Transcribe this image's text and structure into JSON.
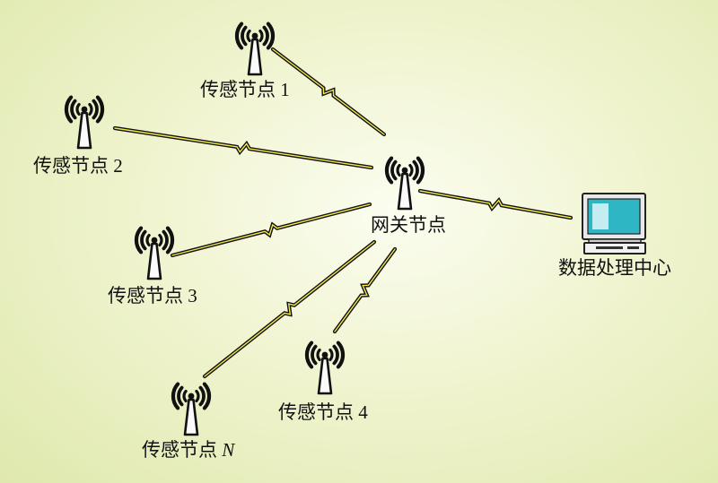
{
  "gateway": {
    "label": "网关节点",
    "icon": "antenna-icon"
  },
  "center": {
    "label": "数据处理中心",
    "icon": "computer-icon"
  },
  "sensors": [
    {
      "id": "s1",
      "label": "传感节点",
      "num": "1",
      "italic": false,
      "icon": "antenna-icon"
    },
    {
      "id": "s2",
      "label": "传感节点",
      "num": "2",
      "italic": false,
      "icon": "antenna-icon"
    },
    {
      "id": "s3",
      "label": "传感节点",
      "num": "3",
      "italic": false,
      "icon": "antenna-icon"
    },
    {
      "id": "s4",
      "label": "传感节点",
      "num": "4",
      "italic": false,
      "icon": "antenna-icon"
    },
    {
      "id": "sN",
      "label": "传感节点",
      "num": "N",
      "italic": true,
      "icon": "antenna-icon"
    }
  ],
  "colors": {
    "link": "#111111",
    "bolt": "#f2e84a",
    "antenna": "#111111",
    "screen": "#2fb6c4"
  }
}
